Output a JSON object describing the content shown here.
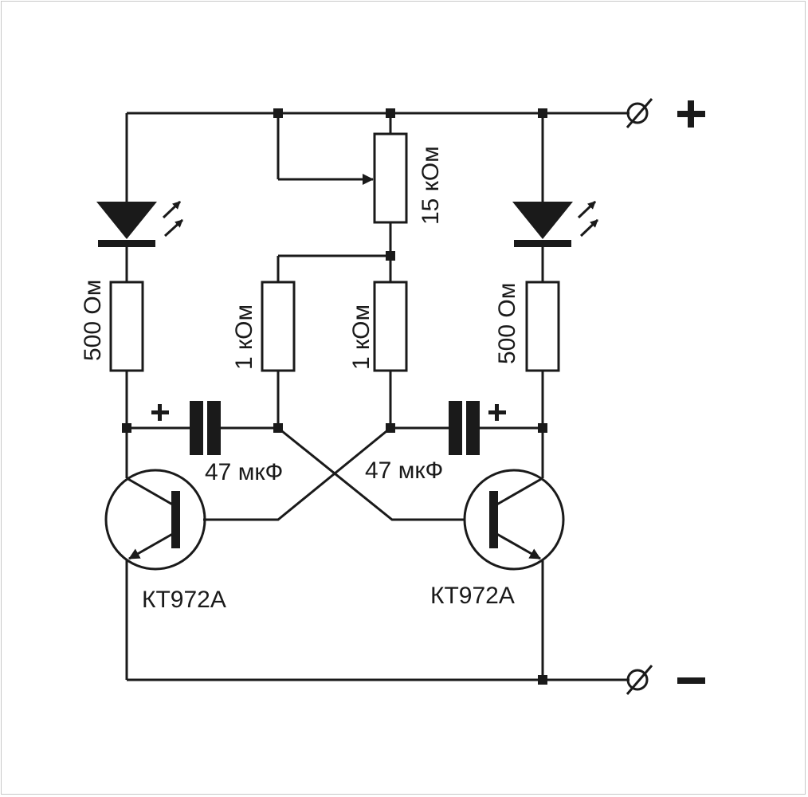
{
  "diagram": {
    "title": "Transistor multivibrator LED flasher",
    "colors": {
      "ink": "#1a1a1a",
      "background": "#ffffff",
      "frame": "#c8c8c8"
    },
    "terminals": {
      "positive": {
        "symbol": "+",
        "label": "plus-terminal"
      },
      "negative": {
        "symbol": "−",
        "label": "minus-terminal"
      }
    },
    "components": {
      "potentiometer": {
        "label": "15 кОм"
      },
      "r_led_left": {
        "label": "500 Ом"
      },
      "r_led_right": {
        "label": "500 Ом"
      },
      "r_base_left": {
        "label": "1 кОм"
      },
      "r_base_right": {
        "label": "1 кОм"
      },
      "c_left": {
        "label": "47 мкФ",
        "polarity": "+"
      },
      "c_right": {
        "label": "47 мкФ",
        "polarity": "+"
      },
      "q_left": {
        "label": "КТ972А"
      },
      "q_right": {
        "label": "КТ972А"
      },
      "led_left": {
        "type": "LED"
      },
      "led_right": {
        "type": "LED"
      }
    }
  }
}
